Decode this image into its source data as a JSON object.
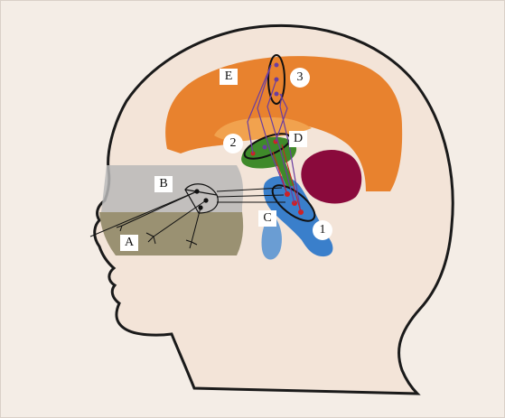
{
  "regions": {
    "A": "A",
    "B": "B",
    "C": "C",
    "D": "D",
    "E": "E"
  },
  "numbers": {
    "one": "1",
    "two": "2",
    "three": "3"
  },
  "colors": {
    "background": "#f4ede6",
    "head_fill": "#f3e4d8",
    "head_outline": "#1a1a1a",
    "cortex": "#e8822e",
    "cortex_inner": "#f1a24e",
    "thalamus": "#3f8a2a",
    "brainstem": "#3a7fcb",
    "amygdala": "#8a0a3c",
    "nasal_upper": "#b9b9b9",
    "nasal_lower": "#8a8360",
    "pathway": "#6a3da0",
    "neuron_red": "#d22020"
  }
}
